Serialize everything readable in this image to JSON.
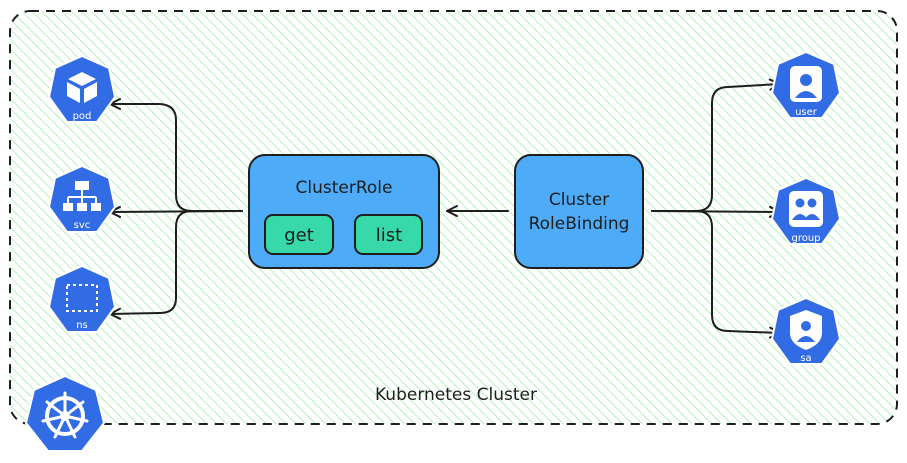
{
  "cluster": {
    "label": "Kubernetes Cluster"
  },
  "cluster_role": {
    "label": "ClusterRole",
    "verbs": [
      "get",
      "list"
    ]
  },
  "binding": {
    "line1": "Cluster",
    "line2": "RoleBinding"
  },
  "resources": [
    {
      "label": "pod",
      "icon": "cube-icon"
    },
    {
      "label": "svc",
      "icon": "network-tree-icon"
    },
    {
      "label": "ns",
      "icon": "dashed-square-icon"
    }
  ],
  "subjects": [
    {
      "label": "user",
      "icon": "person-icon"
    },
    {
      "label": "group",
      "icon": "people-icon"
    },
    {
      "label": "sa",
      "icon": "shield-person-icon"
    }
  ],
  "colors": {
    "k8s_blue": "#326ce5",
    "box_blue": "#4dabf7",
    "verb_green": "#38d9a9",
    "hatch_green": "#b2f2bb",
    "stroke": "#1e1e1e"
  }
}
